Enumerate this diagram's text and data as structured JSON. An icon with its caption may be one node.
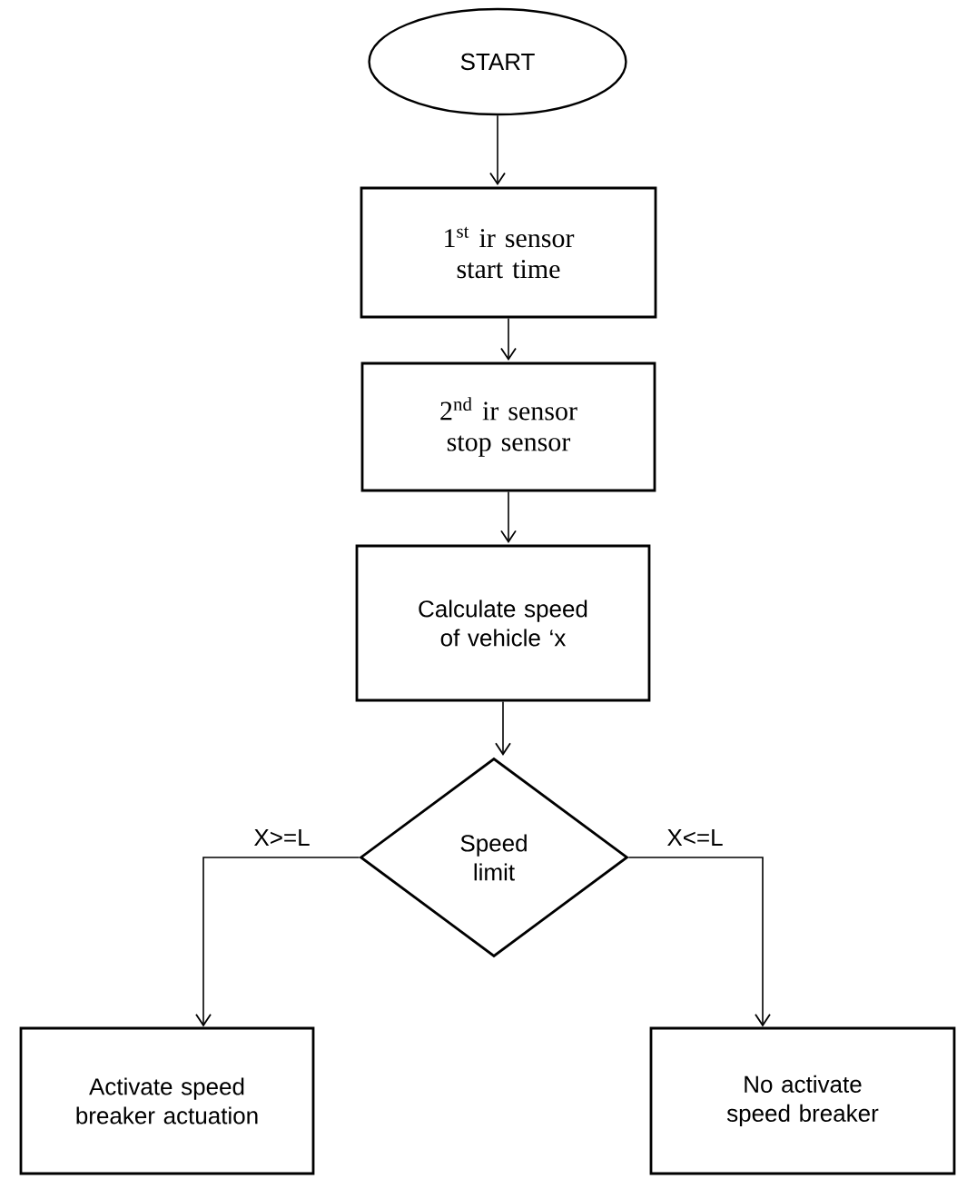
{
  "diagram": {
    "nodes": [
      {
        "text": [
          "START"
        ]
      },
      {
        "text": [
          "1$^{st}$ ir sensor start time"
        ]
      },
      {
        "text": [
          "2$^{nd}$ ir sensor stop sensor"
        ]
      },
      {
        "text": [
          "Calculate speed of vehicle ‘x"
        ]
      },
      {
        "text": [
          "Speed limit"
        ]
      },
      {
        "text": [
          "Activate speed breaker actuation"
        ]
      },
      {
        "text": [
          "No activate speed breaker"
        ]
      }
    ],
    "edges": [
      {
        "from": 0,
        "to": 1,
        "arrow": "to"
      },
      {
        "from": 1,
        "to": 2,
        "arrow": "to"
      },
      {
        "from": 2,
        "to": 3,
        "arrow": "to"
      },
      {
        "from": 3,
        "to": 4,
        "arrow": "to"
      },
      {
        "from": 4,
        "to": 5,
        "arrow": "to",
        "label": "X>=L"
      },
      {
        "from": 4,
        "to": 6,
        "arrow": "to",
        "label": "X<=L"
      }
    ]
  }
}
